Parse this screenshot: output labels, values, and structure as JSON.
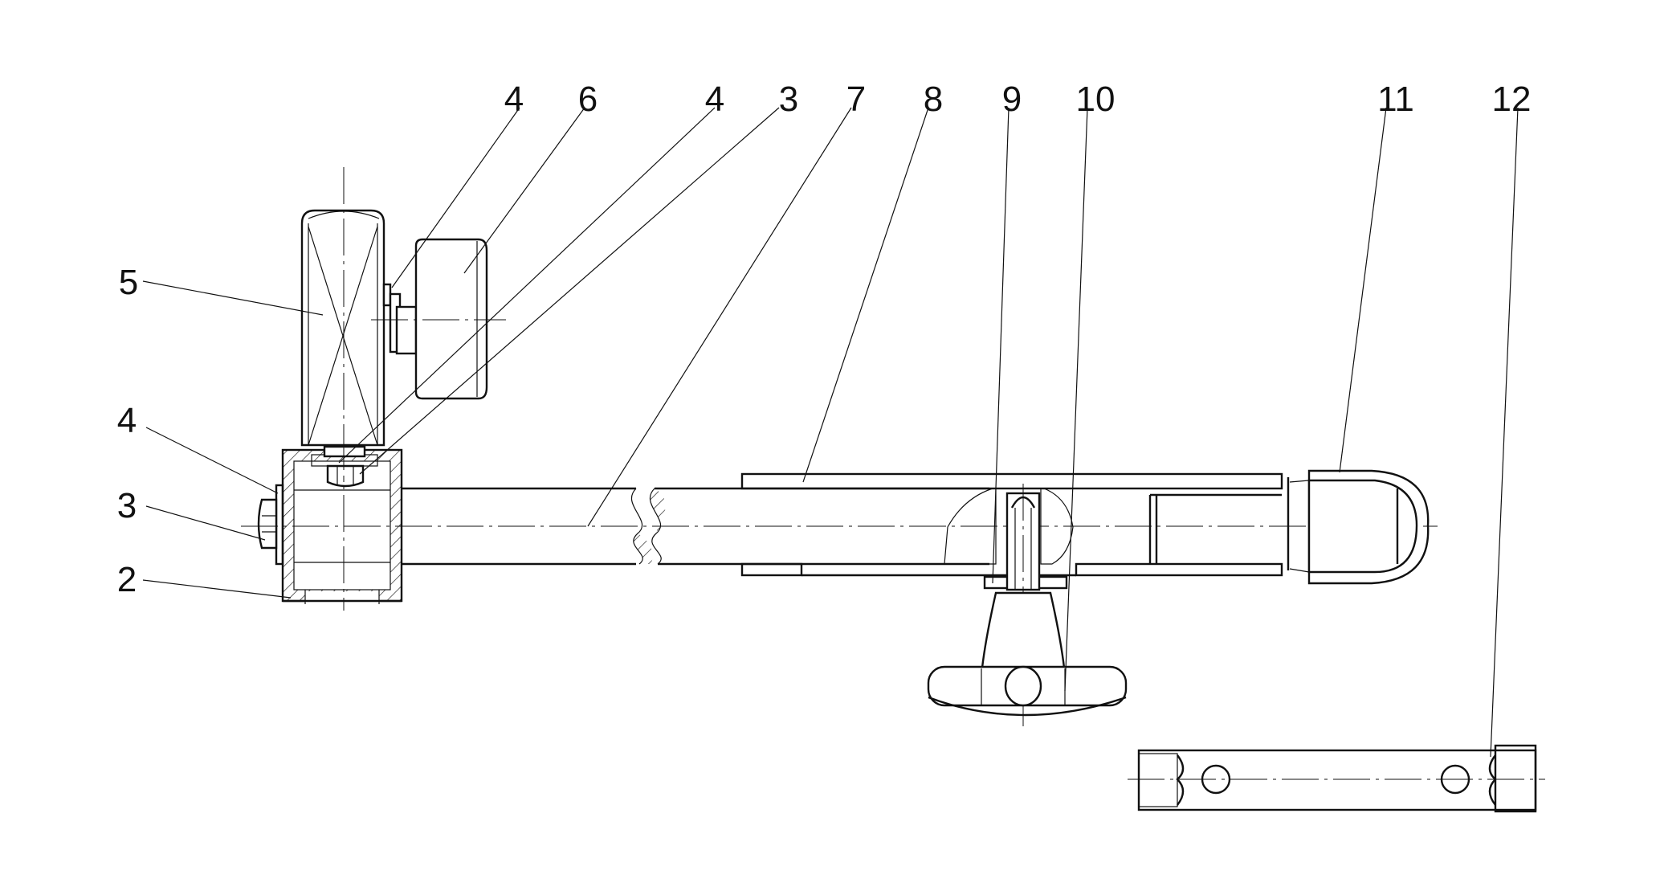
{
  "drawing": {
    "callouts": [
      {
        "id": "c4a",
        "text": "4"
      },
      {
        "id": "c6",
        "text": "6"
      },
      {
        "id": "c4b",
        "text": "4"
      },
      {
        "id": "c3a",
        "text": "3"
      },
      {
        "id": "c7",
        "text": "7"
      },
      {
        "id": "c8",
        "text": "8"
      },
      {
        "id": "c9",
        "text": "9"
      },
      {
        "id": "c10",
        "text": "10"
      },
      {
        "id": "c11",
        "text": "11"
      },
      {
        "id": "c12",
        "text": "12"
      },
      {
        "id": "c5",
        "text": "5"
      },
      {
        "id": "c4c",
        "text": "4"
      },
      {
        "id": "c3b",
        "text": "3"
      },
      {
        "id": "c2",
        "text": "2"
      }
    ]
  }
}
